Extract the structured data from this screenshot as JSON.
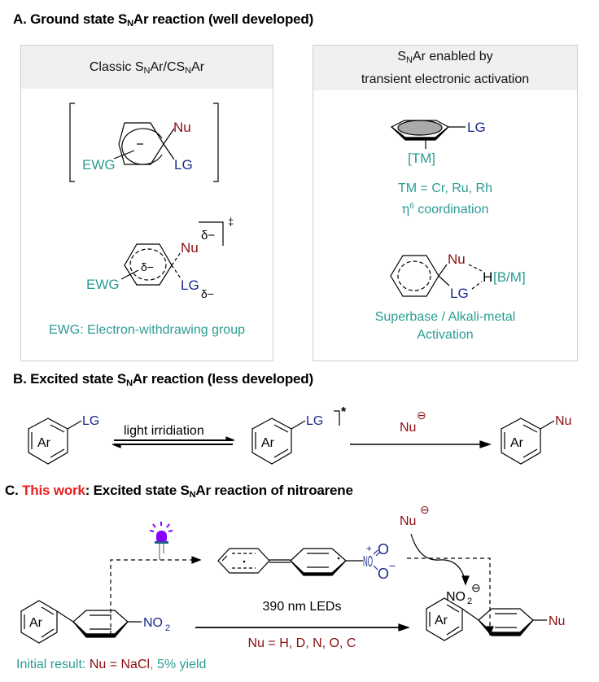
{
  "sections": {
    "a": {
      "label": "A. Ground state S",
      "sub": "N",
      "rest": "Ar reaction (well developed)"
    },
    "b": {
      "label": "B. Excited state S",
      "sub": "N",
      "rest": "Ar reaction (less developed)"
    },
    "c": {
      "prefix": "C. ",
      "highlight": "This work",
      "label": ": Excited state S",
      "sub": "N",
      "rest": "Ar reaction of nitroarene"
    }
  },
  "panel_left": {
    "title_a": "Classic S",
    "title_sub1": "N",
    "title_b": "Ar/CS",
    "title_sub2": "N",
    "title_c": "Ar",
    "meisenheimer": {
      "nu": "Nu",
      "lg": "LG",
      "ewg": "EWG",
      "charge": "−"
    },
    "transition_state": {
      "nu": "Nu",
      "lg": "LG",
      "ewg": "EWG",
      "delta": "δ−",
      "dagger": "‡"
    },
    "footnote": "EWG: Electron-withdrawing group"
  },
  "panel_right": {
    "title_line1_a": "S",
    "title_line1_sub": "N",
    "title_line1_b": "Ar enabled by",
    "title_line2": "transient electronic activation",
    "tm_complex": {
      "lg": "LG",
      "tm": "[TM]"
    },
    "tm_caption": "TM = Cr, Ru, Rh",
    "eta_caption_symbol": "η",
    "eta_caption_sup": "6",
    "eta_caption_rest": " coordination",
    "superbase": {
      "nu": "Nu",
      "lg": "LG",
      "h": "H",
      "bm": "[B/M]"
    },
    "superbase_caption_1": "Superbase / Alkali-metal",
    "superbase_caption_2": "Activation"
  },
  "scheme_b": {
    "ar": "Ar",
    "lg": "LG",
    "nu": "Nu",
    "star": "*",
    "minus": "⊖",
    "arrow1_label": "light irridiation"
  },
  "scheme_c": {
    "ar": "Ar",
    "no2_n": "NO",
    "no2_sub": "2",
    "n_plus": "+",
    "o": "O",
    "o_minus": "−",
    "nu_minus": "⊖",
    "nu": "Nu",
    "arrow_label_top": "390 nm LEDs",
    "arrow_label_bottom": "Nu = H, D, N, O, C",
    "result_label": "Initial result: ",
    "result_nu": "Nu = NaCl",
    "result_rest": ", 5% yield"
  },
  "colors": {
    "teal": "#2a9d93",
    "nucleophile_red": "#8b0e10",
    "leaving_group_blue": "#1a2a8c",
    "highlight_red": "#e81e1e",
    "led_purple": "#8a00ff",
    "panel_border": "#cfcfcf",
    "panel_header_bg": "#f0f0f0"
  }
}
